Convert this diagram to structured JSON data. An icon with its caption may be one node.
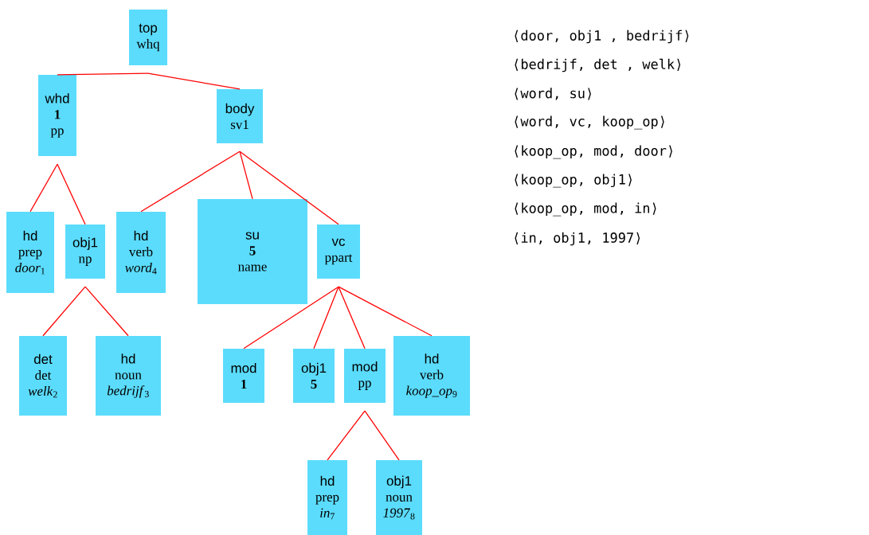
{
  "diagram": {
    "nodes": [
      {
        "text": [
          "top",
          "whq"
        ]
      },
      {
        "text": [
          "whd",
          "**1**",
          "pp"
        ]
      },
      {
        "text": [
          "body",
          "sv1"
        ]
      },
      {
        "text": [
          "hd",
          "prep",
          "*door*$_{1}$"
        ]
      },
      {
        "text": [
          "obj1",
          "np"
        ]
      },
      {
        "text": [
          "hd",
          "verb",
          "*word*$_{4}$"
        ]
      },
      {
        "text": [
          "su",
          "**5**",
          "name"
        ]
      },
      {
        "text": [
          "vc",
          "ppart"
        ]
      },
      {
        "text": [
          "det",
          "det",
          "*welk*$_{2}$"
        ]
      },
      {
        "text": [
          "hd",
          "noun",
          "*bedrijf*$_{3}$"
        ]
      },
      {
        "text": [
          "mod",
          "**1**"
        ]
      },
      {
        "text": [
          "obj1",
          "**5**"
        ]
      },
      {
        "text": [
          "mod",
          "pp"
        ]
      },
      {
        "text": [
          "hd",
          "verb",
          "*koop_op*$_{9}$"
        ]
      },
      {
        "text": [
          "hd",
          "prep",
          "*in*$_{7}$"
        ]
      },
      {
        "text": [
          "obj1",
          "noun",
          "*1997*$_{8}$"
        ]
      }
    ],
    "edges": [
      {
        "from": 0,
        "to": 1,
        "arrow": "none"
      },
      {
        "from": 0,
        "to": 2,
        "arrow": "none"
      },
      {
        "from": 1,
        "to": 3,
        "arrow": "none"
      },
      {
        "from": 1,
        "to": 4,
        "arrow": "none"
      },
      {
        "from": 2,
        "to": 5,
        "arrow": "none"
      },
      {
        "from": 2,
        "to": 6,
        "arrow": "none"
      },
      {
        "from": 2,
        "to": 7,
        "arrow": "none"
      },
      {
        "from": 4,
        "to": 8,
        "arrow": "none"
      },
      {
        "from": 4,
        "to": 9,
        "arrow": "none"
      },
      {
        "from": 7,
        "to": 10,
        "arrow": "none"
      },
      {
        "from": 7,
        "to": 11,
        "arrow": "none"
      },
      {
        "from": 7,
        "to": 12,
        "arrow": "none"
      },
      {
        "from": 7,
        "to": 13,
        "arrow": "none"
      },
      {
        "from": 12,
        "to": 14,
        "arrow": "none"
      },
      {
        "from": 12,
        "to": 15,
        "arrow": "none"
      }
    ],
    "labels": [
      "⟨door, obj1 , bedrijf⟩",
      "⟨bedrijf, det , welk⟩",
      "⟨word, su⟩",
      "⟨word, vc, koop_op⟩",
      "⟨koop_op, mod, door⟩",
      "⟨koop_op, obj1⟩",
      "⟨koop_op, mod, in⟩",
      "⟨in, obj1, 1997⟩"
    ]
  }
}
